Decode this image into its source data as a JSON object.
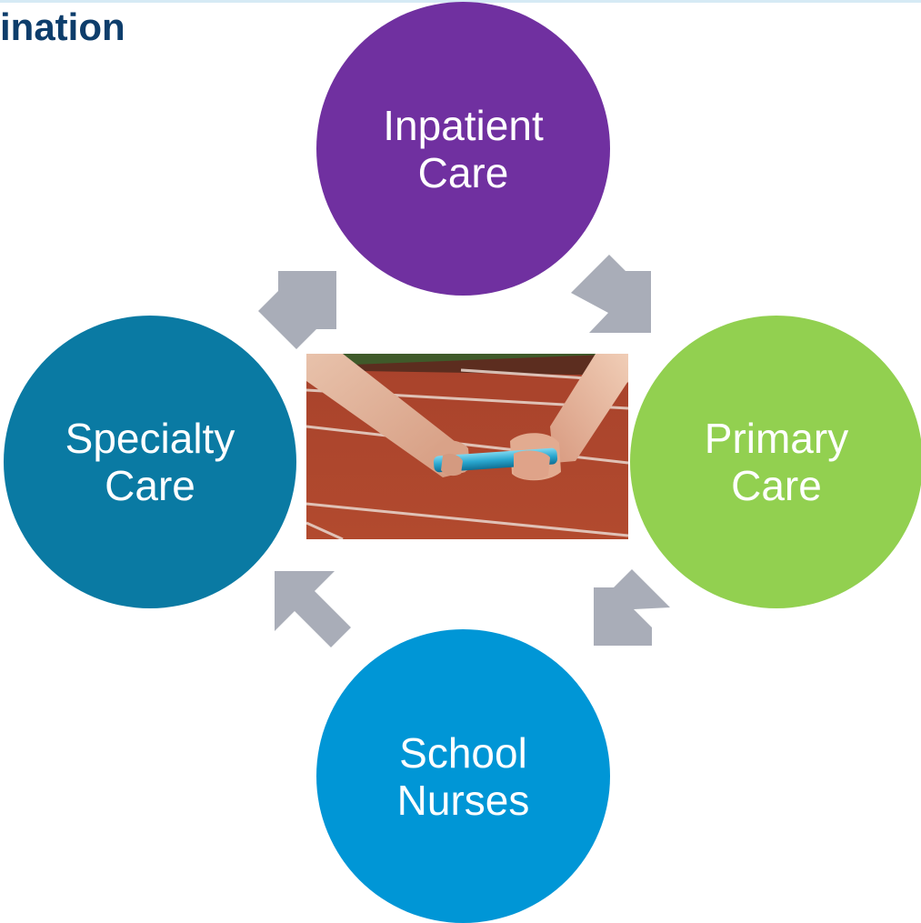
{
  "header": {
    "title": "ination"
  },
  "cycle": {
    "nodes": [
      {
        "id": "inpatient",
        "label": "Inpatient\nCare",
        "color": "#7030a0"
      },
      {
        "id": "primary",
        "label": "Primary\nCare",
        "color": "#92d050"
      },
      {
        "id": "school",
        "label": "School\nNurses",
        "color": "#0096d6"
      },
      {
        "id": "specialty",
        "label": "Specialty\nCare",
        "color": "#0a7aa3"
      }
    ],
    "arrow_color": "#a9adb8",
    "center_image": "relay-baton-handoff"
  },
  "colors": {
    "title": "#0d3d6b"
  }
}
